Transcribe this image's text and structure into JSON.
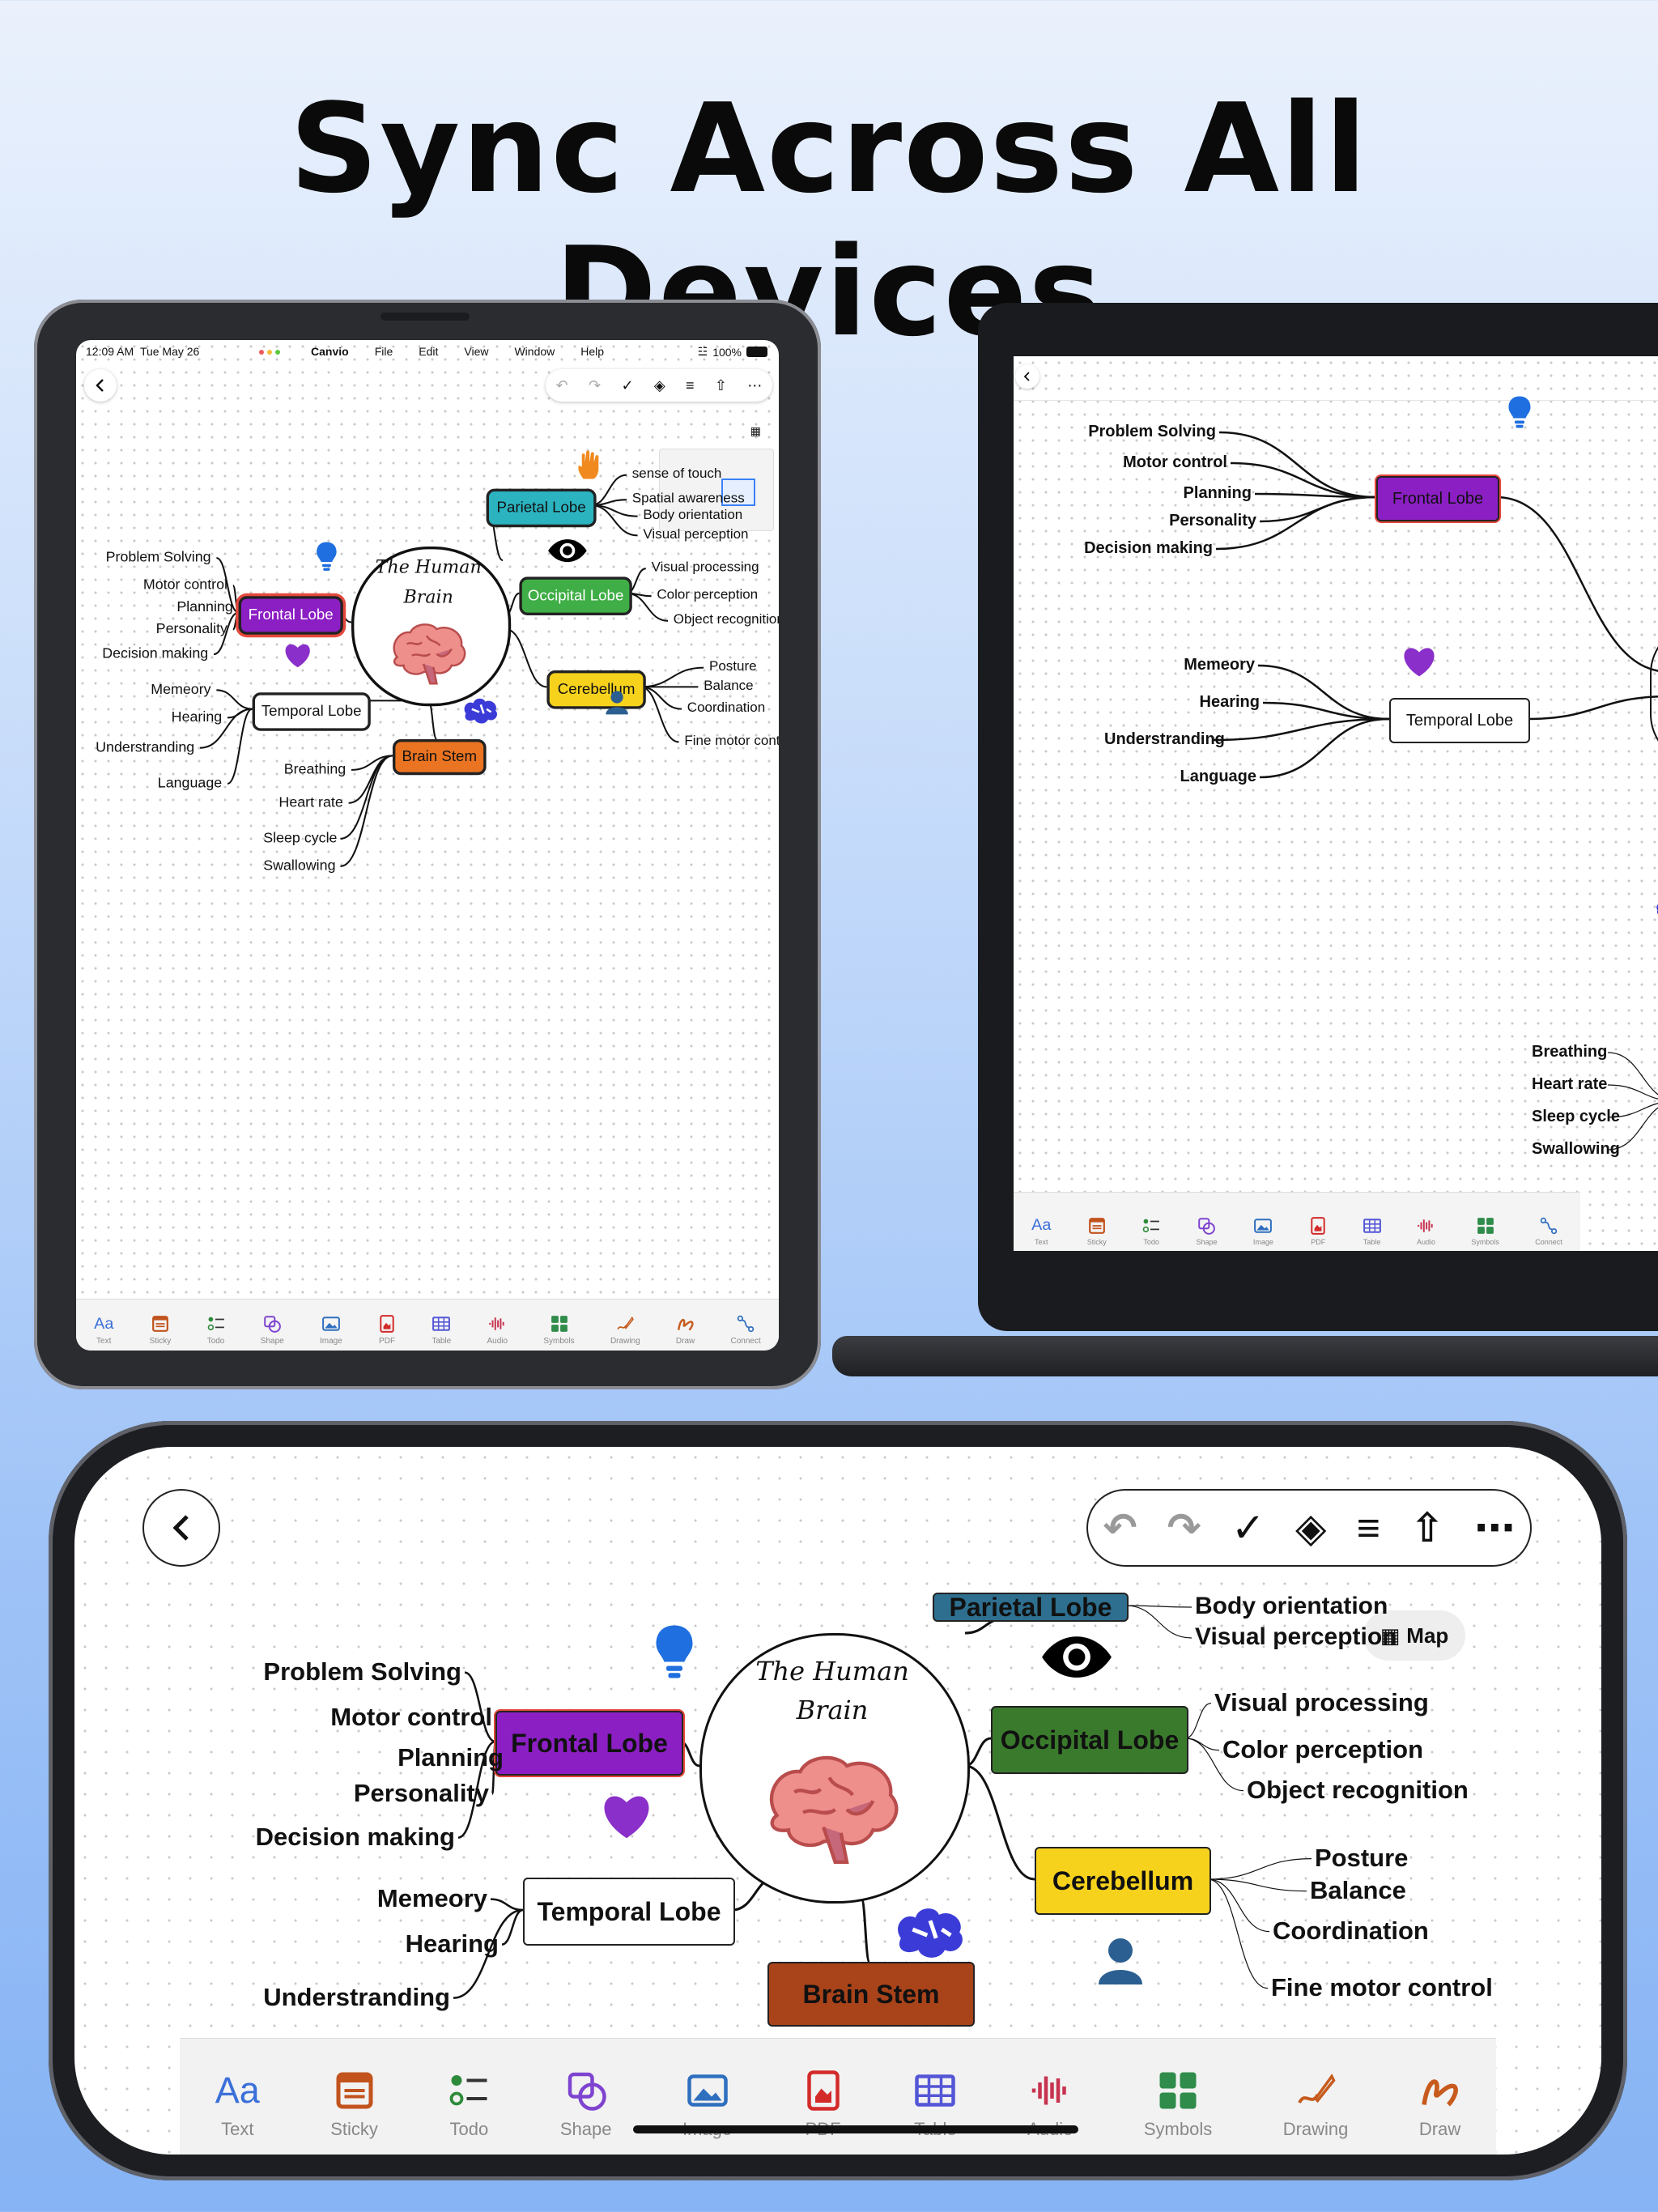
{
  "headline": "Sync Across All Devices",
  "status_bar": {
    "time": "12:09 AM",
    "date": "Tue May 26",
    "battery": "100%"
  },
  "menu": [
    "Canvio",
    "File",
    "Edit",
    "View",
    "Window",
    "Help"
  ],
  "center_title": [
    "The Human",
    "Brain"
  ],
  "nodes": {
    "frontal": "Frontal Lobe",
    "temporal": "Temporal Lobe",
    "parietal": "Parietal Lobe",
    "occipital": "Occipital Lobe",
    "cerebellum": "Cerebellum",
    "brainstem": "Brain Stem"
  },
  "frontal_items": [
    "Problem Solving",
    "Motor control",
    "Planning",
    "Personality",
    "Decision making"
  ],
  "temporal_items": [
    "Memeory",
    "Hearing",
    "Understranding",
    "Language"
  ],
  "parietal_items": [
    "sense of touch",
    "Spatial awareness",
    "Body orientation",
    "Visual perception"
  ],
  "occipital_items": [
    "Visual processing",
    "Color perception",
    "Object recognition"
  ],
  "cerebellum_items": [
    "Posture",
    "Balance",
    "Coordination",
    "Fine motor control"
  ],
  "brainstem_items": [
    "Breathing",
    "Heart rate",
    "Sleep cycle",
    "Swallowing"
  ],
  "map_label": "Map",
  "toolbar": [
    "Text",
    "Sticky",
    "Todo",
    "Shape",
    "Image",
    "PDF",
    "Table",
    "Audio",
    "Symbols",
    "Drawing",
    "Draw",
    "Connect"
  ],
  "colors": {
    "frontal": "#8c1fc4",
    "temporal": "#ffffff",
    "parietal": "#2bb3c0",
    "occipital": "#3a7a2c",
    "cerebellum": "#f7d21d",
    "brainstem": "#ea7421",
    "brainstem_phone": "#a8431a"
  }
}
